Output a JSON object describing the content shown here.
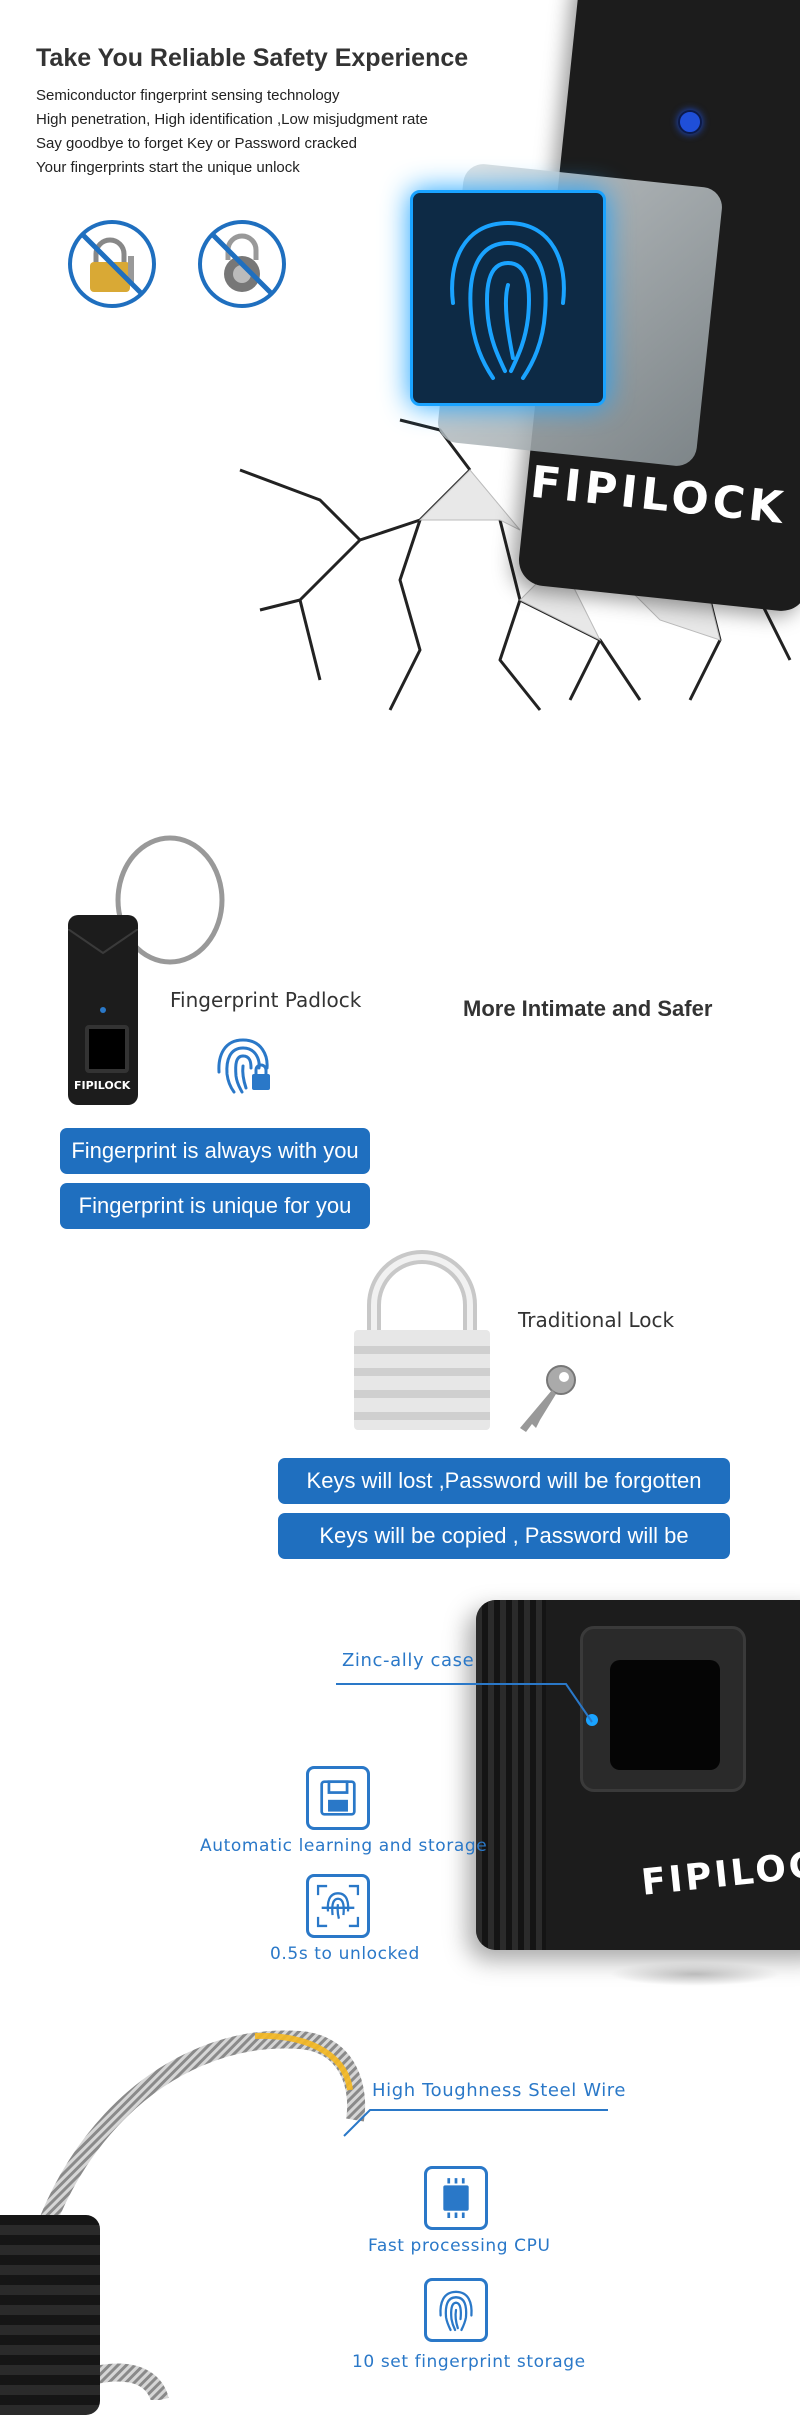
{
  "hero": {
    "title": "Take You Reliable Safety Experience",
    "bullets": [
      "Semiconductor fingerprint sensing technology",
      "High penetration, High identification ,Low misjudgment rate",
      "Say goodbye to forget Key or Password cracked",
      "Your fingerprints start the unique unlock"
    ],
    "brand_logo": "FIPILOCK",
    "icons": [
      "no-padlock-key-icon",
      "no-combination-lock-icon"
    ]
  },
  "compare": {
    "heading": "More Intimate and Safer",
    "fingerprint": {
      "label": "Fingerprint Padlock",
      "pills": [
        "Fingerprint is always with you",
        "Fingerprint is unique for you"
      ],
      "logo": "FIPILOCK"
    },
    "traditional": {
      "label": "Traditional Lock",
      "pills": [
        "Keys will lost ,Password will be forgotten",
        "Keys will be copied , Password will be cracked"
      ]
    }
  },
  "features": {
    "case_label": "Zinc-ally case",
    "learning_label": "Automatic learning and storage",
    "unlock_label": "0.5s to unlocked",
    "logo": "FIPILOCK"
  },
  "wire": {
    "wire_label": "High Toughness Steel Wire",
    "cpu_label": "Fast processing CPU",
    "storage_label": "10 set fingerprint storage"
  },
  "colors": {
    "accent": "#2a78c8",
    "pill": "#1f6fbf",
    "device": "#1c1c1c",
    "glow": "#1aa3ff"
  }
}
